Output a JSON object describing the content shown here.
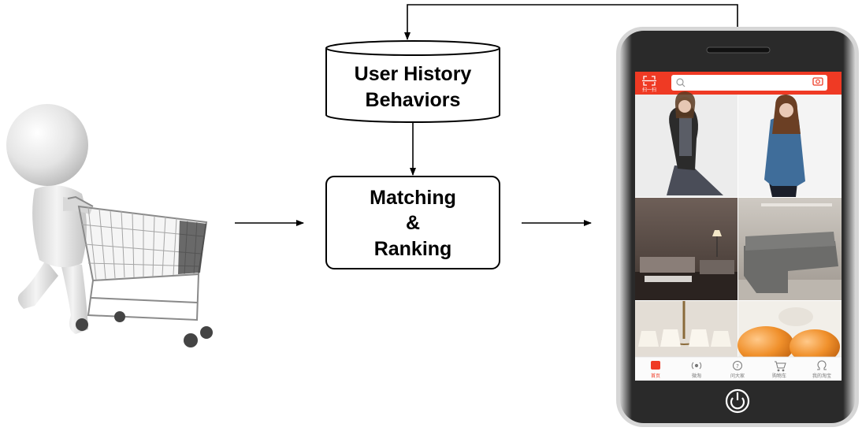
{
  "history_box": {
    "lines": [
      "User History",
      "Behaviors"
    ]
  },
  "matching_box": {
    "lines": [
      "Matching",
      "&",
      "Ranking"
    ]
  },
  "phone": {
    "top_bar": {
      "scan_label": "扫一扫",
      "accent": "#ef3a24"
    },
    "nav": [
      {
        "label": "首页",
        "icon": "home-icon",
        "active": true
      },
      {
        "label": "微淘",
        "icon": "broadcast-icon",
        "active": false
      },
      {
        "label": "问大家",
        "icon": "question-icon",
        "active": false
      },
      {
        "label": "购物车",
        "icon": "cart-icon",
        "active": false
      },
      {
        "label": "我的淘宝",
        "icon": "profile-icon",
        "active": false
      }
    ]
  }
}
